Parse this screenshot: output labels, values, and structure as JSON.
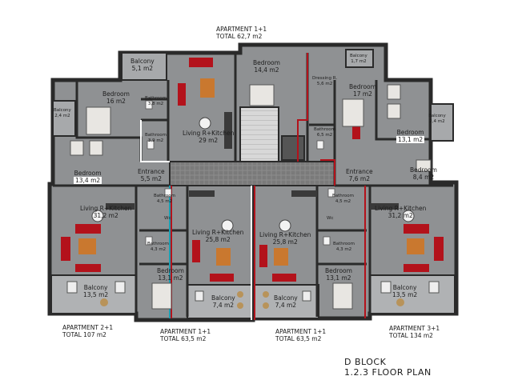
{
  "apartments": {
    "top": {
      "name": "APARTMENT 1+1",
      "total": "TOTAL 62,7 m2"
    },
    "bottom_left": {
      "name": "APARTMENT 2+1",
      "total": "TOTAL 107 m2"
    },
    "bottom_center_left": {
      "name": "APARTMENT 1+1",
      "total": "TOTAL 63,5 m2"
    },
    "bottom_center_right": {
      "name": "APARTMENT 1+1",
      "total": "TOTAL 63,5 m2"
    },
    "bottom_right": {
      "name": "APARTMENT 3+1",
      "total": "TOTAL 134 m2"
    }
  },
  "block": {
    "title": "D BLOCK",
    "subtitle": "1.2.3 FLOOR PLAN"
  },
  "rooms": [
    {
      "name": "Balcony",
      "area": "5,1 m2"
    },
    {
      "name": "Bedroom",
      "area": "14,4 m2"
    },
    {
      "name": "Balcony",
      "area": "1,7 m2"
    },
    {
      "name": "Dressing R.",
      "area": "5,6 m2"
    },
    {
      "name": "Bedroom",
      "area": "17 m2"
    },
    {
      "name": "Bedroom",
      "area": "16 m2"
    },
    {
      "name": "Bathroom",
      "area": "3,8 m2"
    },
    {
      "name": "Balcony",
      "area": "2,4 m2"
    },
    {
      "name": "Living R+Kitchen",
      "area": "29 m2"
    },
    {
      "name": "Bathroom",
      "area": "3,9 m2"
    },
    {
      "name": "Bathroom",
      "area": "6,5 m2"
    },
    {
      "name": "Bedroom",
      "area": "13,1 m2"
    },
    {
      "name": "Balcony",
      "area": "2,4 m2"
    },
    {
      "name": "Bedroom",
      "area": "13,4 m2"
    },
    {
      "name": "Entrance",
      "area": "5,5 m2"
    },
    {
      "name": "Entrance",
      "area": "7,6 m2"
    },
    {
      "name": "Bedroom",
      "area": "8,4 m2"
    },
    {
      "name": "Bathroom",
      "area": "4,5 m2"
    },
    {
      "name": "Bathroom",
      "area": "4,5 m2"
    },
    {
      "name": "Living R+Kitchen",
      "area": "31,2 m2"
    },
    {
      "name": "Living R+Kitchen",
      "area": "31,2 m2"
    },
    {
      "name": "Wc",
      "area": ""
    },
    {
      "name": "Wc",
      "area": ""
    },
    {
      "name": "Living R+Kitchen",
      "area": "25,8 m2"
    },
    {
      "name": "Living R+Kitchen",
      "area": "25,8 m2"
    },
    {
      "name": "Bathroom",
      "area": "4,3 m2"
    },
    {
      "name": "Bathroom",
      "area": "4,3 m2"
    },
    {
      "name": "Bedroom",
      "area": "13,1 m2"
    },
    {
      "name": "Bedroom",
      "area": "13,1 m2"
    },
    {
      "name": "Balcony",
      "area": "13,5 m2"
    },
    {
      "name": "Balcony",
      "area": "7,4 m2"
    },
    {
      "name": "Balcony",
      "area": "7,4 m2"
    },
    {
      "name": "Balcony",
      "area": "13,5 m2"
    }
  ],
  "colors": {
    "floor": "#8e9092",
    "wall": "#2b2b2b",
    "accent_red": "#b3121b",
    "wood": "#c9782f",
    "corridor": "#6e6e6e"
  }
}
